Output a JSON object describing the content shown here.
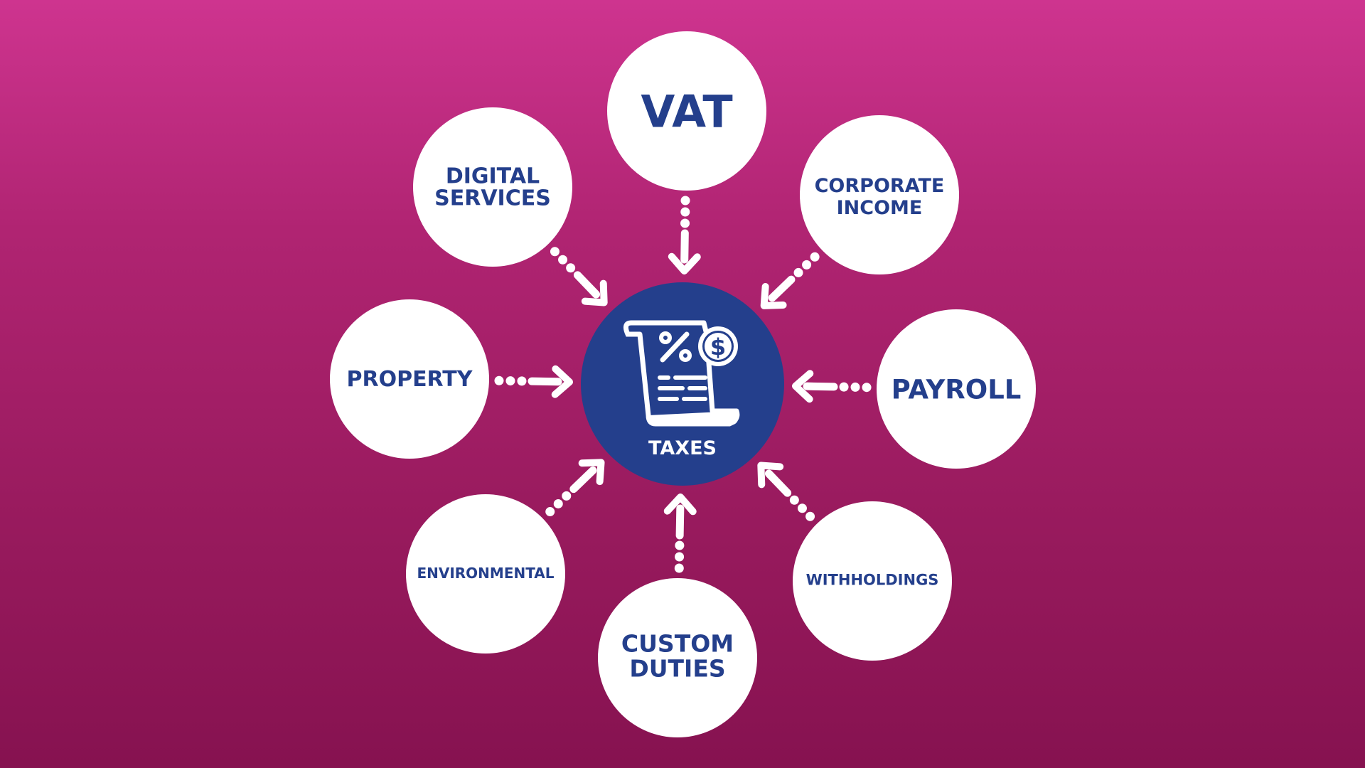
{
  "colors": {
    "background_top": "#ce348f",
    "background_bottom": "#861250",
    "node_fill": "#ffffff",
    "node_text": "#243f8c",
    "center_fill": "#243f8c",
    "center_text": "#ffffff",
    "arrow": "#ffffff"
  },
  "center": {
    "label": "TAXES",
    "icon": "tax-document-percent-dollar-icon"
  },
  "nodes": {
    "vat": {
      "lines": [
        "VAT"
      ]
    },
    "corporate_income": {
      "lines": [
        "CORPORATE",
        "INCOME"
      ]
    },
    "payroll": {
      "lines": [
        "PAYROLL"
      ]
    },
    "withholdings": {
      "lines": [
        "WITHHOLDINGS"
      ]
    },
    "custom_duties": {
      "lines": [
        "CUSTOM",
        "DUTIES"
      ]
    },
    "environmental": {
      "lines": [
        "ENVIRONMENTAL"
      ]
    },
    "property": {
      "lines": [
        "PROPERTY"
      ]
    },
    "digital_services": {
      "lines": [
        "DIGITAL",
        "SERVICES"
      ]
    }
  },
  "edges": [
    {
      "from": "vat",
      "to": "center"
    },
    {
      "from": "corporate_income",
      "to": "center"
    },
    {
      "from": "payroll",
      "to": "center"
    },
    {
      "from": "withholdings",
      "to": "center"
    },
    {
      "from": "custom_duties",
      "to": "center"
    },
    {
      "from": "environmental",
      "to": "center"
    },
    {
      "from": "property",
      "to": "center"
    },
    {
      "from": "digital_services",
      "to": "center"
    }
  ]
}
